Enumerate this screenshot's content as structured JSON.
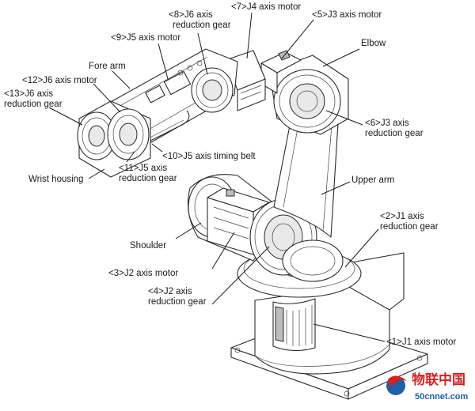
{
  "labels": {
    "j6_red": "<8>J6 axis\nreduction gear",
    "j4_motor": "<7>J4 axis motor",
    "j3_motor": "<5>J3 axis motor",
    "j5_motor": "<9>J5 axis motor",
    "elbow": "Elbow",
    "fore_arm": "Fore arm",
    "j6_motor": "<12>J6 axis motor",
    "j6_red2": "<13>J6 axis\nreduction gear",
    "j3_red": "<6>J3 axis\nreduction gear",
    "j5_belt": "<10>J5 axis timing belt",
    "j5_red": "<11>J5 axis\nreduction gear",
    "wrist": "Wrist housing",
    "upper_arm": "Upper arm",
    "j1_red": "<2>J1 axis\nreduction gear",
    "shoulder": "Shoulder",
    "j2_motor": "<3>J2 axis motor",
    "j2_red": "<4>J2 axis\nreduction gear",
    "j1_motor": "<1>J1 axis motor"
  },
  "watermark": {
    "text_cn": "物联中国",
    "text_url": "50cnnet.com",
    "color_red": "#d42020",
    "color_blue": "#1f5fa8"
  }
}
